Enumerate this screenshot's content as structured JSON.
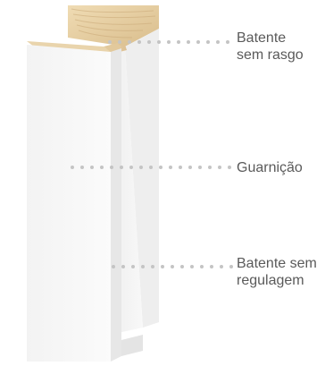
{
  "callouts": [
    {
      "lines": [
        "Batente",
        "sem rasgo"
      ]
    },
    {
      "lines": [
        "Guarnição"
      ]
    },
    {
      "lines": [
        "Batente sem",
        "regulagem"
      ]
    }
  ],
  "colors": {
    "wood": "#e8d2a8",
    "panel_front": "#f7f7f7",
    "dots": "#c4c4c4",
    "label_text": "#5a5a5a"
  }
}
